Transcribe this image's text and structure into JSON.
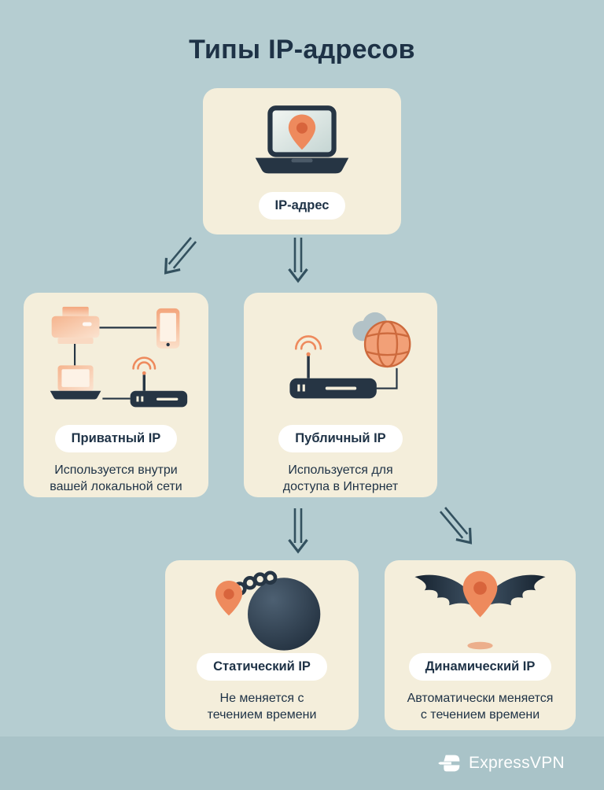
{
  "title": "Типы IP-адресов",
  "cards": {
    "root": {
      "label": "IP-адрес",
      "icon": "laptop-location-pin-icon"
    },
    "private": {
      "label": "Приватный IP",
      "desc1": "Используется внутри",
      "desc2": "вашей локальной сети",
      "icon": "local-network-icon"
    },
    "public": {
      "label": "Публичный IP",
      "desc1": "Используется для",
      "desc2": "доступа в Интернет",
      "icon": "router-globe-icon"
    },
    "static": {
      "label": "Статический IP",
      "desc1": "Не меняется с",
      "desc2": "течением времени",
      "icon": "ball-and-chain-pin-icon"
    },
    "dynamic": {
      "label": "Динамический IP",
      "desc1": "Автоматически меняется",
      "desc2": "с течением времени",
      "icon": "winged-pin-icon"
    }
  },
  "connections": [
    {
      "from": "IP-адрес",
      "to": "Приватный IP"
    },
    {
      "from": "IP-адрес",
      "to": "Публичный IP"
    },
    {
      "from": "Публичный IP",
      "to": "Статический IP"
    },
    {
      "from": "Публичный IP",
      "to": "Динамический IP"
    }
  ],
  "footer": {
    "brand": "ExpressVPN"
  },
  "colors": {
    "background": "#b5cdd1",
    "footer_band": "#a9c3c8",
    "card": "#f4eedb",
    "pill": "#ffffff",
    "text": "#1e3246",
    "accent_orange": "#ee8a5d",
    "accent_orange_dark": "#d8643c",
    "illustration_navy": "#263544",
    "arrow": "#33515f"
  }
}
